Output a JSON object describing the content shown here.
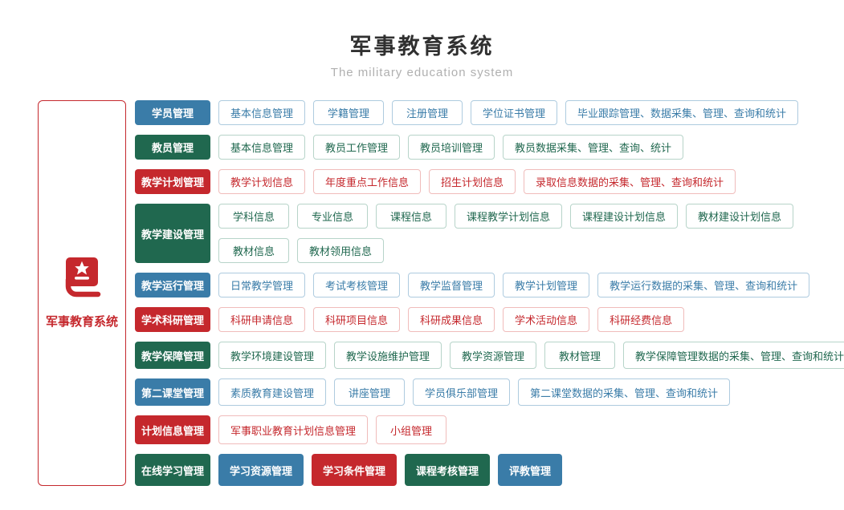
{
  "header": {
    "title": "军事教育系统",
    "subtitle": "The military education system"
  },
  "sidebar": {
    "label": "军事教育系统",
    "icon": "book-star-icon"
  },
  "palette": {
    "blue": "#3a7ca8",
    "blue_light": "#aecbdf",
    "green": "#20684f",
    "green_light": "#b7d4c9",
    "red": "#c5282d",
    "red_light": "#f0bcbb",
    "title": "#303030",
    "subtitle": "#b0b0b0"
  },
  "rows": [
    {
      "key": "students",
      "category": {
        "label": "学员管理",
        "color": "blue"
      },
      "lines": [
        [
          {
            "label": "基本信息管理",
            "color": "blue",
            "variant": "outline"
          },
          {
            "label": "学籍管理",
            "color": "blue",
            "variant": "outline"
          },
          {
            "label": "注册管理",
            "color": "blue",
            "variant": "outline"
          },
          {
            "label": "学位证书管理",
            "color": "blue",
            "variant": "outline"
          },
          {
            "label": "毕业跟踪管理、数据采集、管理、查询和统计",
            "color": "blue",
            "variant": "outline"
          }
        ]
      ]
    },
    {
      "key": "faculty",
      "category": {
        "label": "教员管理",
        "color": "green"
      },
      "lines": [
        [
          {
            "label": "基本信息管理",
            "color": "green",
            "variant": "outline"
          },
          {
            "label": "教员工作管理",
            "color": "green",
            "variant": "outline"
          },
          {
            "label": "教员培训管理",
            "color": "green",
            "variant": "outline"
          },
          {
            "label": "教员数据采集、管理、查询、统计",
            "color": "green",
            "variant": "outline"
          }
        ]
      ]
    },
    {
      "key": "teaching-plan",
      "category": {
        "label": "教学计划管理",
        "color": "red"
      },
      "lines": [
        [
          {
            "label": "教学计划信息",
            "color": "red",
            "variant": "outline"
          },
          {
            "label": "年度重点工作信息",
            "color": "red",
            "variant": "outline"
          },
          {
            "label": "招生计划信息",
            "color": "red",
            "variant": "outline"
          },
          {
            "label": "录取信息数据的采集、管理、查询和统计",
            "color": "red",
            "variant": "outline"
          }
        ]
      ]
    },
    {
      "key": "teaching-construction",
      "category": {
        "label": "教学建设管理",
        "color": "green"
      },
      "lines": [
        [
          {
            "label": "学科信息",
            "color": "green",
            "variant": "outline"
          },
          {
            "label": "专业信息",
            "color": "green",
            "variant": "outline"
          },
          {
            "label": "课程信息",
            "color": "green",
            "variant": "outline"
          },
          {
            "label": "课程教学计划信息",
            "color": "green",
            "variant": "outline"
          },
          {
            "label": "课程建设计划信息",
            "color": "green",
            "variant": "outline"
          },
          {
            "label": "教材建设计划信息",
            "color": "green",
            "variant": "outline"
          }
        ],
        [
          {
            "label": "教材信息",
            "color": "green",
            "variant": "outline"
          },
          {
            "label": "教材领用信息",
            "color": "green",
            "variant": "outline"
          }
        ]
      ]
    },
    {
      "key": "teaching-operation",
      "category": {
        "label": "教学运行管理",
        "color": "blue"
      },
      "lines": [
        [
          {
            "label": "日常教学管理",
            "color": "blue",
            "variant": "outline"
          },
          {
            "label": "考试考核管理",
            "color": "blue",
            "variant": "outline"
          },
          {
            "label": "教学监督管理",
            "color": "blue",
            "variant": "outline"
          },
          {
            "label": "教学计划管理",
            "color": "blue",
            "variant": "outline"
          },
          {
            "label": "教学运行数据的采集、管理、查询和统计",
            "color": "blue",
            "variant": "outline"
          }
        ]
      ]
    },
    {
      "key": "research",
      "category": {
        "label": "学术科研管理",
        "color": "red"
      },
      "lines": [
        [
          {
            "label": "科研申请信息",
            "color": "red",
            "variant": "outline"
          },
          {
            "label": "科研项目信息",
            "color": "red",
            "variant": "outline"
          },
          {
            "label": "科研成果信息",
            "color": "red",
            "variant": "outline"
          },
          {
            "label": "学术活动信息",
            "color": "red",
            "variant": "outline"
          },
          {
            "label": "科研经费信息",
            "color": "red",
            "variant": "outline"
          }
        ]
      ]
    },
    {
      "key": "support",
      "category": {
        "label": "教学保障管理",
        "color": "green"
      },
      "lines": [
        [
          {
            "label": "教学环境建设管理",
            "color": "green",
            "variant": "outline"
          },
          {
            "label": "教学设施维护管理",
            "color": "green",
            "variant": "outline"
          },
          {
            "label": "教学资源管理",
            "color": "green",
            "variant": "outline"
          },
          {
            "label": "教材管理",
            "color": "green",
            "variant": "outline"
          },
          {
            "label": "教学保障管理数据的采集、管理、查询和统计",
            "color": "green",
            "variant": "outline"
          }
        ]
      ]
    },
    {
      "key": "second-classroom",
      "category": {
        "label": "第二课堂管理",
        "color": "blue"
      },
      "lines": [
        [
          {
            "label": "素质教育建设管理",
            "color": "blue",
            "variant": "outline"
          },
          {
            "label": "讲座管理",
            "color": "blue",
            "variant": "outline"
          },
          {
            "label": "学员俱乐部管理",
            "color": "blue",
            "variant": "outline"
          },
          {
            "label": "第二课堂数据的采集、管理、查询和统计",
            "color": "blue",
            "variant": "outline"
          }
        ]
      ]
    },
    {
      "key": "plan-info",
      "category": {
        "label": "计划信息管理",
        "color": "red"
      },
      "lines": [
        [
          {
            "label": "军事职业教育计划信息管理",
            "color": "red",
            "variant": "outline"
          },
          {
            "label": "小组管理",
            "color": "red",
            "variant": "outline"
          }
        ]
      ]
    },
    {
      "key": "online-learning",
      "category": {
        "label": "在线学习管理",
        "color": "green"
      },
      "lines": [
        [
          {
            "label": "学习资源管理",
            "color": "blue",
            "variant": "solid"
          },
          {
            "label": "学习条件管理",
            "color": "red",
            "variant": "solid"
          },
          {
            "label": "课程考核管理",
            "color": "green",
            "variant": "solid"
          },
          {
            "label": "评教管理",
            "color": "blue",
            "variant": "solid"
          }
        ]
      ]
    }
  ]
}
